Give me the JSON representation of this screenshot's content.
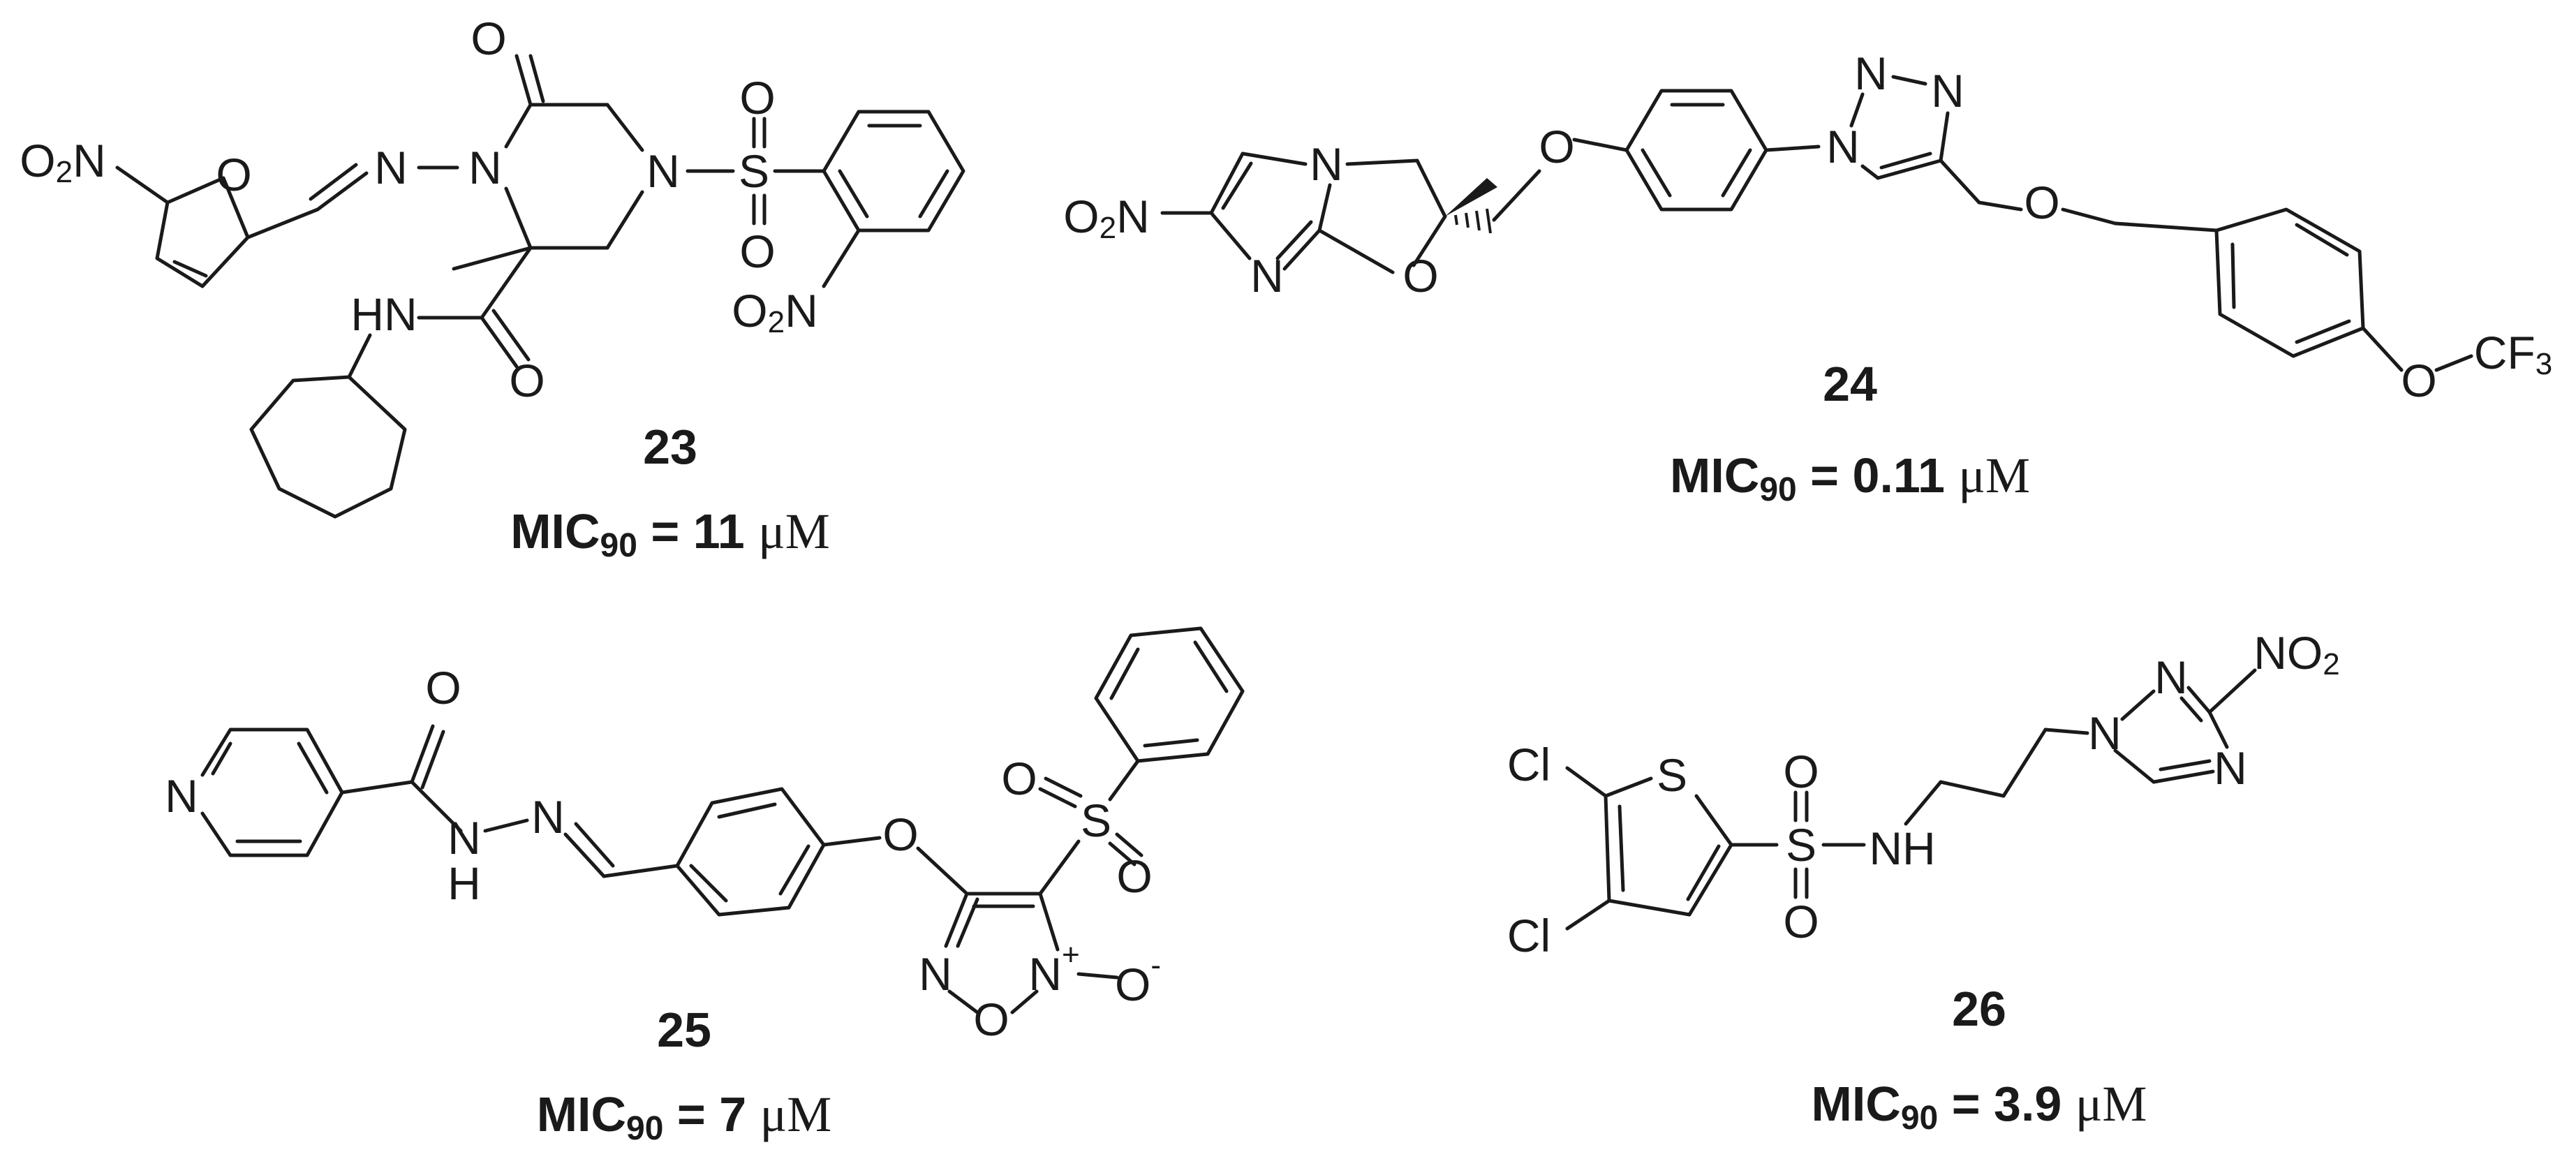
{
  "compounds": [
    {
      "id": "23",
      "mic_label": "MIC",
      "mic_sub": "90",
      "mic_op": "=",
      "mic_value": "11",
      "mic_unit": "μM"
    },
    {
      "id": "24",
      "mic_label": "MIC",
      "mic_sub": "90",
      "mic_op": "=",
      "mic_value": "0.11",
      "mic_unit": "μM"
    },
    {
      "id": "25",
      "mic_label": "MIC",
      "mic_sub": "90",
      "mic_op": "=",
      "mic_value": "7",
      "mic_unit": "μM"
    },
    {
      "id": "26",
      "mic_label": "MIC",
      "mic_sub": "90",
      "mic_op": "=",
      "mic_value": "3.9",
      "mic_unit": "μM"
    }
  ]
}
